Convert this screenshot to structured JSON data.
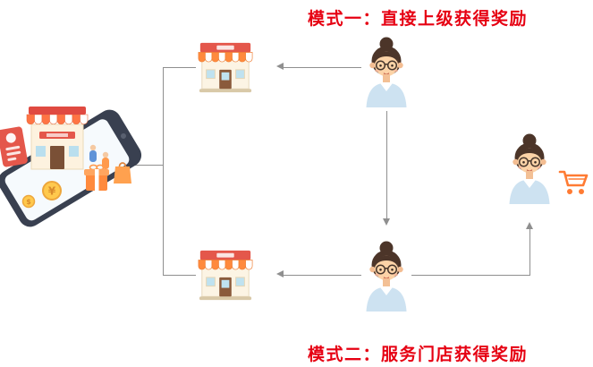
{
  "diagram": {
    "mode1_title": "模式一：直接上级获得奖励",
    "mode2_title": "模式二：服务门店获得奖励"
  },
  "nodes": {
    "mall": {
      "icon": "mobile-mall-illustration"
    },
    "store_top": {
      "icon": "store-icon"
    },
    "store_bottom": {
      "icon": "store-icon"
    },
    "member_top": {
      "icon": "member-avatar-icon"
    },
    "member_bottom": {
      "icon": "member-avatar-icon"
    },
    "consumer": {
      "icon": "consumer-avatar-icon"
    },
    "cart": {
      "icon": "shopping-cart-icon"
    }
  },
  "edges": [
    {
      "from": "mall",
      "to": "store_top",
      "arrow": "none"
    },
    {
      "from": "mall",
      "to": "store_bottom",
      "arrow": "none"
    },
    {
      "from": "member_top",
      "to": "store_top",
      "arrow": "left"
    },
    {
      "from": "member_top",
      "to": "member_bottom",
      "arrow": "down"
    },
    {
      "from": "member_bottom",
      "to": "store_bottom",
      "arrow": "left"
    },
    {
      "from": "member_bottom",
      "to": "consumer",
      "arrow": "up"
    }
  ],
  "colors": {
    "title_red": "#e60012",
    "line_gray": "#8f8f8f",
    "brand_orange": "#ff8a3d",
    "accent_red": "#e4574b",
    "shirt_blue": "#cde2f1",
    "coin_yellow": "#ffc94d"
  }
}
